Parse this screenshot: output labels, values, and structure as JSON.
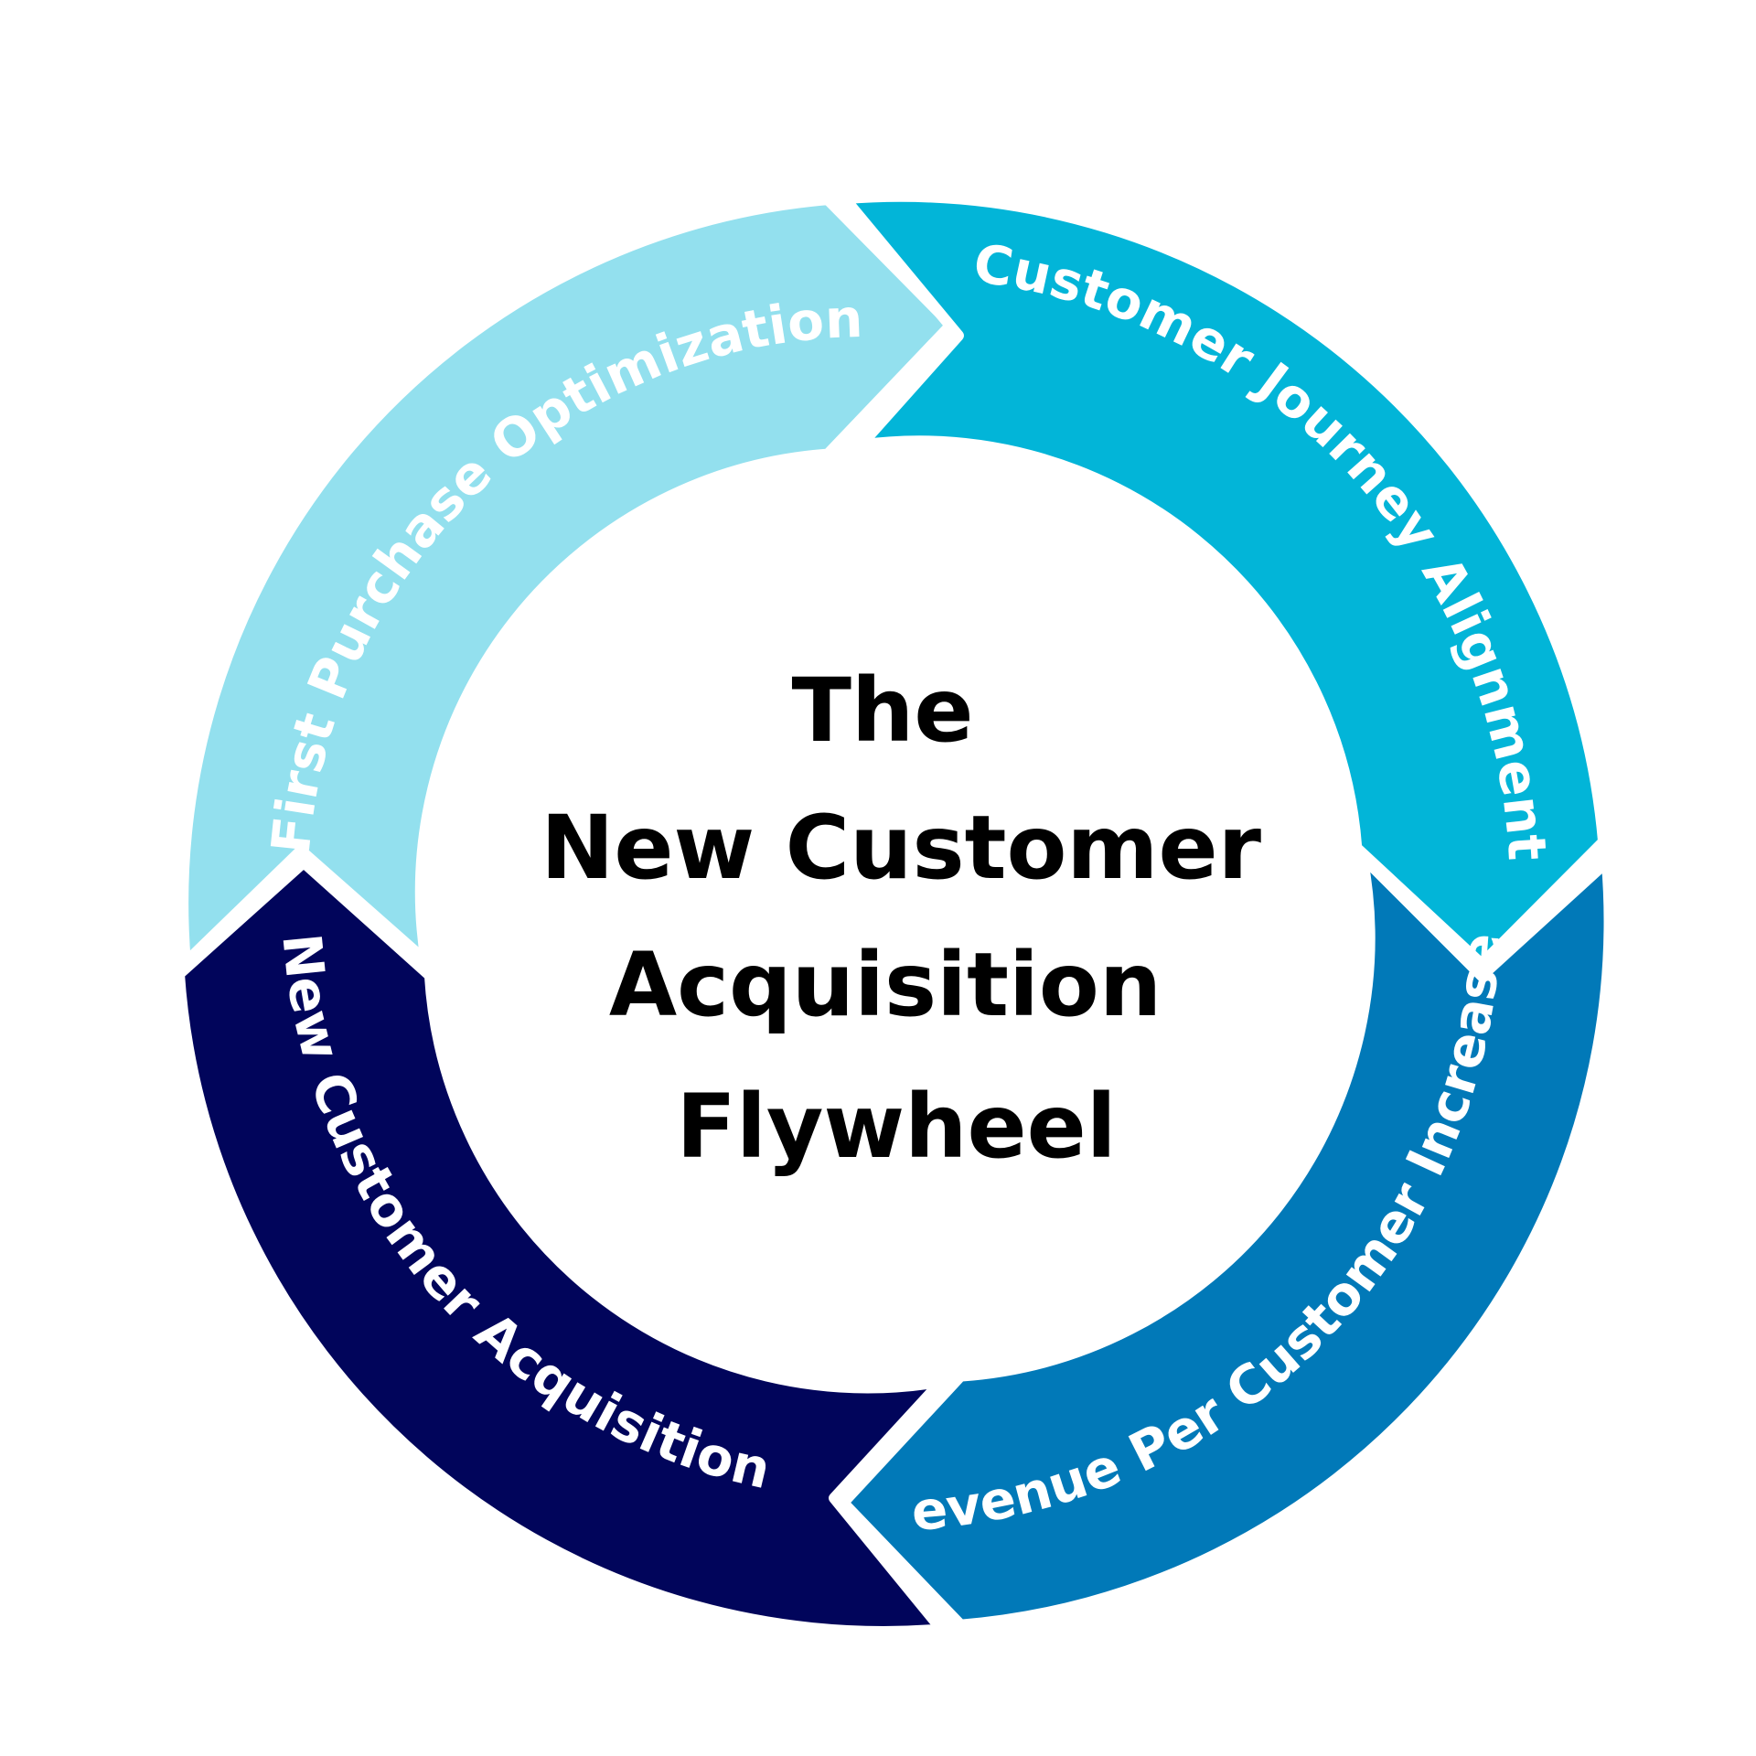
{
  "title": {
    "lines": [
      "The",
      "New Customer",
      "Acquisition",
      "Flywheel"
    ]
  },
  "segments": [
    {
      "label": "First Purchase Optimization",
      "color": "#93E0EE"
    },
    {
      "label": "Customer Journey Alignment",
      "color": "#02B5D8"
    },
    {
      "label": "Revenue Per Customer Increases",
      "color": "#0179B8"
    },
    {
      "label": "New Customer Acquisition",
      "color": "#01055B"
    }
  ],
  "colors": {
    "background": "#FFFFFF",
    "separator": "#FFFFFF",
    "title_text": "#000000",
    "label_text": "#FFFFFF"
  }
}
